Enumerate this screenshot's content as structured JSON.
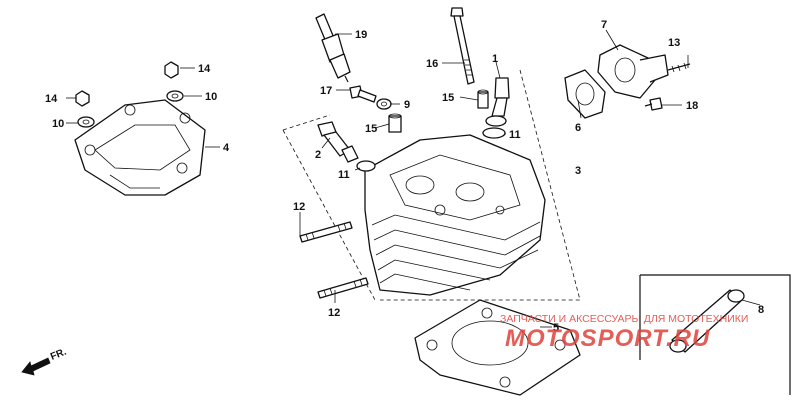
{
  "callouts": [
    {
      "id": "c1",
      "label": "1"
    },
    {
      "id": "c2",
      "label": "2"
    },
    {
      "id": "c3",
      "label": "3"
    },
    {
      "id": "c4",
      "label": "4"
    },
    {
      "id": "c5",
      "label": "5"
    },
    {
      "id": "c6",
      "label": "6"
    },
    {
      "id": "c7",
      "label": "7"
    },
    {
      "id": "c8",
      "label": "8"
    },
    {
      "id": "c9",
      "label": "9"
    },
    {
      "id": "c10a",
      "label": "10"
    },
    {
      "id": "c10b",
      "label": "10"
    },
    {
      "id": "c11a",
      "label": "11"
    },
    {
      "id": "c11b",
      "label": "11"
    },
    {
      "id": "c12a",
      "label": "12"
    },
    {
      "id": "c12b",
      "label": "12"
    },
    {
      "id": "c13",
      "label": "13"
    },
    {
      "id": "c14a",
      "label": "14"
    },
    {
      "id": "c14b",
      "label": "14"
    },
    {
      "id": "c15a",
      "label": "15"
    },
    {
      "id": "c15b",
      "label": "15"
    },
    {
      "id": "c16",
      "label": "16"
    },
    {
      "id": "c17",
      "label": "17"
    },
    {
      "id": "c18",
      "label": "18"
    },
    {
      "id": "c19",
      "label": "19"
    }
  ],
  "orientation": {
    "label": "FR."
  },
  "watermark": {
    "tagline": "ЗАПЧАСТИ И АКСЕССУАРЫ ДЛЯ МОТОТЕХНИКИ",
    "brand": "MOTOSPORT.RU",
    "color": "#e0413a"
  }
}
